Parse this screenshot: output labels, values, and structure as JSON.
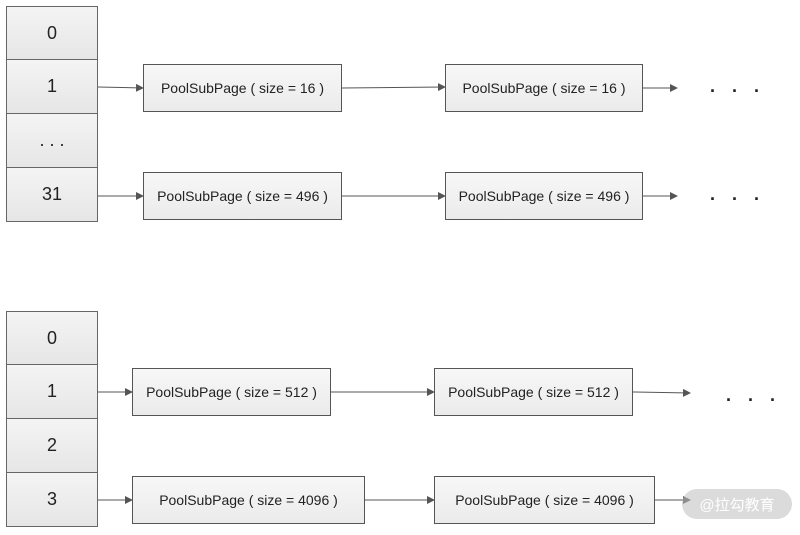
{
  "top_array": {
    "cells": [
      "0",
      "1",
      ". . .",
      "31"
    ]
  },
  "top_lists": [
    {
      "nodes": [
        "PoolSubPage ( size = 16 )",
        "PoolSubPage ( size = 16 )"
      ],
      "more": ". . ."
    },
    {
      "nodes": [
        "PoolSubPage ( size = 496 )",
        "PoolSubPage ( size = 496 )"
      ],
      "more": ". . ."
    }
  ],
  "bottom_array": {
    "cells": [
      "0",
      "1",
      "2",
      "3"
    ]
  },
  "bottom_lists": [
    {
      "nodes": [
        "PoolSubPage ( size = 512 )",
        "PoolSubPage ( size = 512 )"
      ],
      "more": ". . ."
    },
    {
      "nodes": [
        "PoolSubPage ( size = 4096 )",
        "PoolSubPage ( size = 4096 )"
      ]
    }
  ],
  "watermark": "@拉勾教育"
}
